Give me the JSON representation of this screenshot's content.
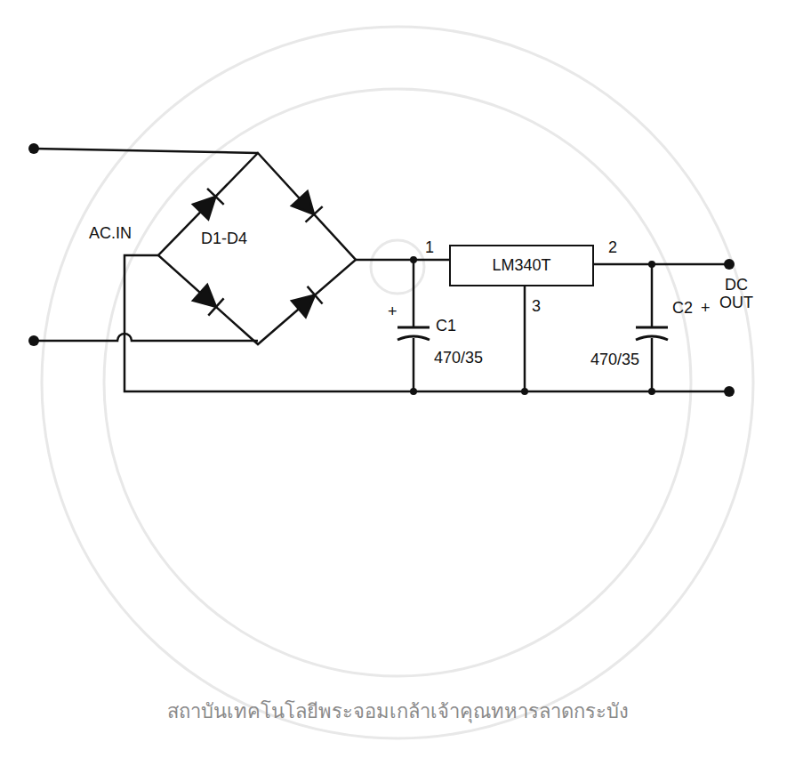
{
  "diagram": {
    "nodes": [
      {
        "text": [
          "LM340T"
        ]
      }
    ],
    "labels": [
      "AC.IN",
      "D1-D4",
      "1",
      "2",
      "3",
      "+",
      "C1",
      "470/35",
      "C2",
      "+",
      "470/35",
      "DC OUT",
      "สถาบันเทคโนโลยีพระจอมเกล้าเจ้าคุณทหารลาดกระบัง"
    ]
  }
}
